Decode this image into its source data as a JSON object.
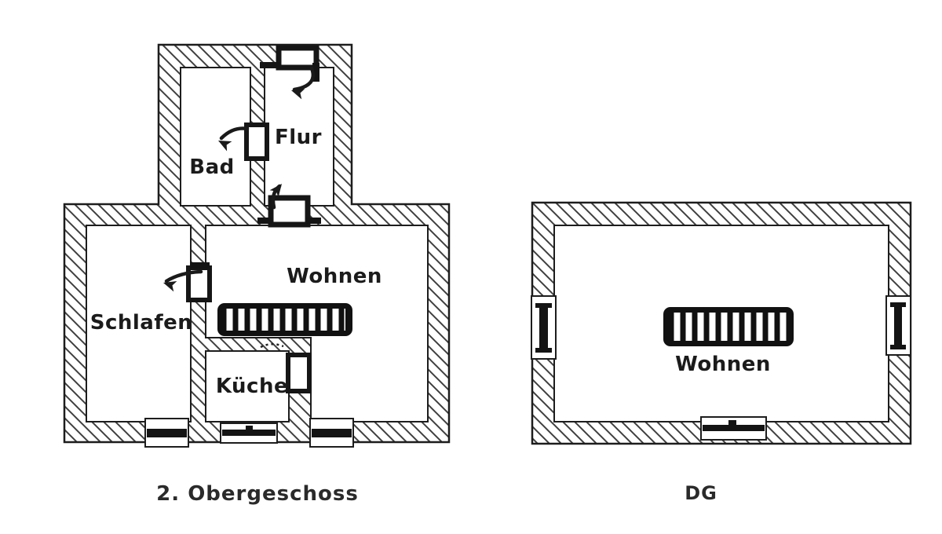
{
  "plans": {
    "og2": {
      "caption": "2. Obergeschoss",
      "rooms": {
        "bad": "Bad",
        "flur": "Flur",
        "wohnen": "Wohnen",
        "schlafen": "Schlafen",
        "kueche": "Küche"
      }
    },
    "dg": {
      "caption": "DG",
      "rooms": {
        "wohnen": "Wohnen"
      }
    }
  },
  "symbols": {
    "stairs_icon": "stairs-icon",
    "door_icon": "door-icon",
    "window_icon": "window-icon",
    "door_swing_arrow_icon": "door-swing-arrow-icon"
  },
  "colors": {
    "line": "#1d1d1d",
    "hatch": "#3f3f3f",
    "symbol_black": "#111111",
    "background": "#ffffff"
  }
}
